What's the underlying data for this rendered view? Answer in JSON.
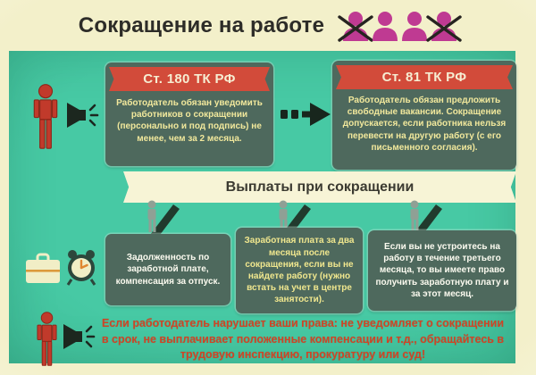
{
  "header": {
    "title": "Сокращение на работе",
    "people_icons": {
      "count": 4,
      "crossed_positions": [
        1,
        4
      ]
    }
  },
  "articles": [
    {
      "ribbon": "Ст. 180 ТК РФ",
      "text": "Работодатель обязан уведомить работников о сокращении (персонально и под подпись) не менее, чем за 2 месяца."
    },
    {
      "ribbon": "Ст. 81 ТК РФ",
      "text": "Работодатель обязан предложить свободные вакансии. Сокращение допускается, если работника нельзя перевести на другую работу (с его письменного согласия)."
    }
  ],
  "payments_banner": "Выплаты при сокращении",
  "payments": [
    "Задолженность по заработной плате, компенсация за отпуск.",
    "Заработная плата за два месяца после сокращения, если вы не найдете работу (нужно встать на учет в центре занятости).",
    "Если вы не устроитесь на работу в течение третьего месяца, то вы имеете право получить заработную плату и за этот месяц."
  ],
  "footer_warning": "Если работодатель нарушает ваши права: не уведомляет о сокращении в срок, не выплачивает положенные компенсации и т.д., обращайтесь в трудовую инспекцию, прокуратуру или суд!",
  "colors": {
    "frame_cream": "#f3f0ca",
    "canvas_teal": "#45c7a2",
    "box_dark_sage": "#4e695d",
    "ribbon_red": "#d24b3a",
    "body_text_yellow": "#f1e89c",
    "warning_red": "#ce4526",
    "magenta_person": "#bf3a92",
    "red_person": "#c13a2b",
    "dark_icon": "#1c271f"
  }
}
